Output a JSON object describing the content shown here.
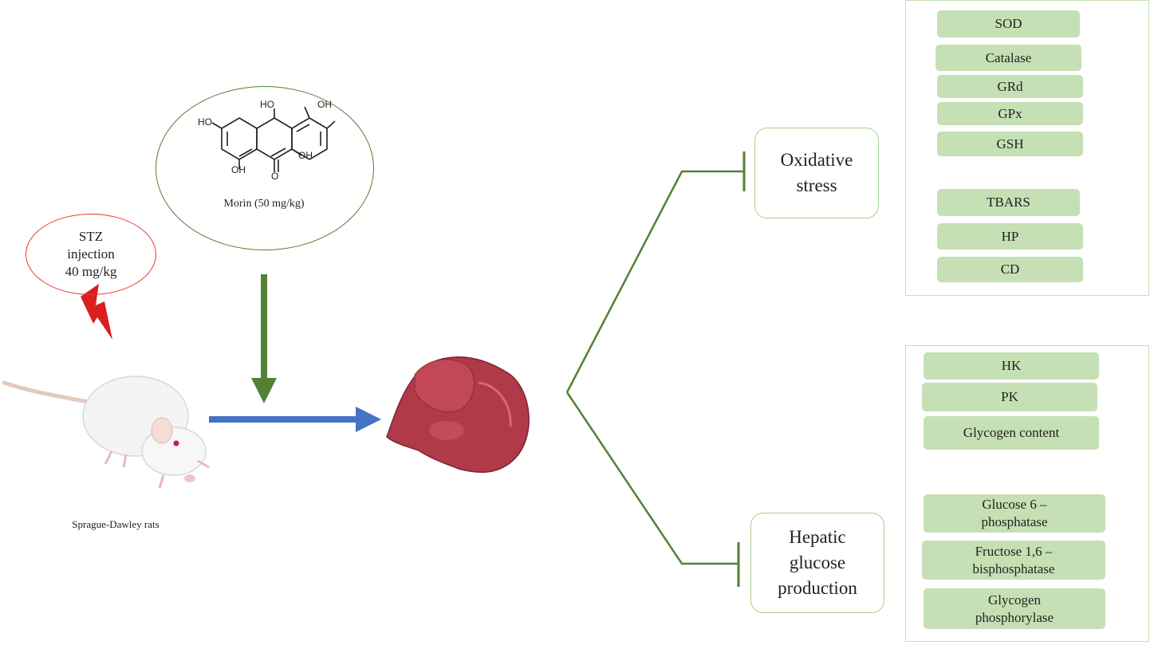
{
  "stz": {
    "lines": [
      "STZ",
      "injection",
      "40 mg/kg"
    ]
  },
  "morin": {
    "label": "Morin  (50 mg/kg)",
    "atoms": {
      "oh_top_left": "HO",
      "oh_top_right": "OH",
      "ho_left": "HO",
      "oh_right": "OH",
      "oh_bottom": "OH",
      "carbonyl_o": "O"
    }
  },
  "rat": {
    "label": "Sprague-Dawley  rats"
  },
  "mechanisms": {
    "oxidative": {
      "lines": [
        "Oxidative",
        "stress"
      ]
    },
    "hepatic": {
      "lines": [
        "Hepatic",
        "glucose",
        "production"
      ]
    }
  },
  "oxidative_markers": {
    "increased": [
      "SOD",
      "Catalase",
      "GRd",
      "GPx",
      "GSH"
    ],
    "decreased": [
      "TBARS",
      "HP",
      "CD"
    ]
  },
  "hepatic_markers": {
    "increased": [
      "HK",
      "PK",
      "Glycogen content"
    ],
    "decreased": [
      [
        "Glucose 6 –",
        "phosphatase"
      ],
      [
        "Fructose 1,6 –",
        "bisphosphatase"
      ],
      [
        "Glycogen",
        "phosphorylase"
      ]
    ]
  },
  "colors": {
    "green_line": "#538135",
    "dark_arrow": "#3e6b3a",
    "blue_arrow": "#4472c4",
    "stz_red": "#e53935",
    "pill_fill": "#c5e0b4"
  }
}
